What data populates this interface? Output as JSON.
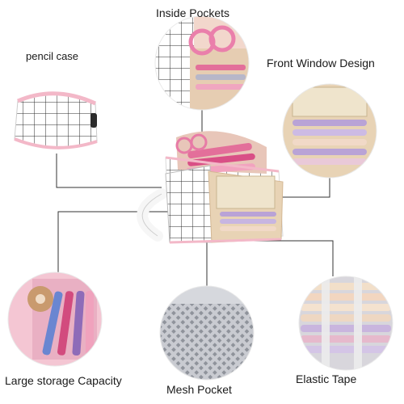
{
  "labels": {
    "inside_pockets": "Inside Pockets",
    "pencil_case": "pencil case",
    "front_window_design": "Front Window Design",
    "large_storage_capacity": "Large storage Capacity",
    "mesh_pocket": "Mesh Pocket",
    "elastic_tape": "Elastic Tape"
  },
  "colors": {
    "pink": "#f3b8c8",
    "white_grid": "#ffffff",
    "grid_line": "#2b2b2b",
    "callout_line": "#333333",
    "tan_lining": "#e8d3b5",
    "lavender": "#b9a3d6",
    "mesh_gray": "#9b9ea6"
  }
}
